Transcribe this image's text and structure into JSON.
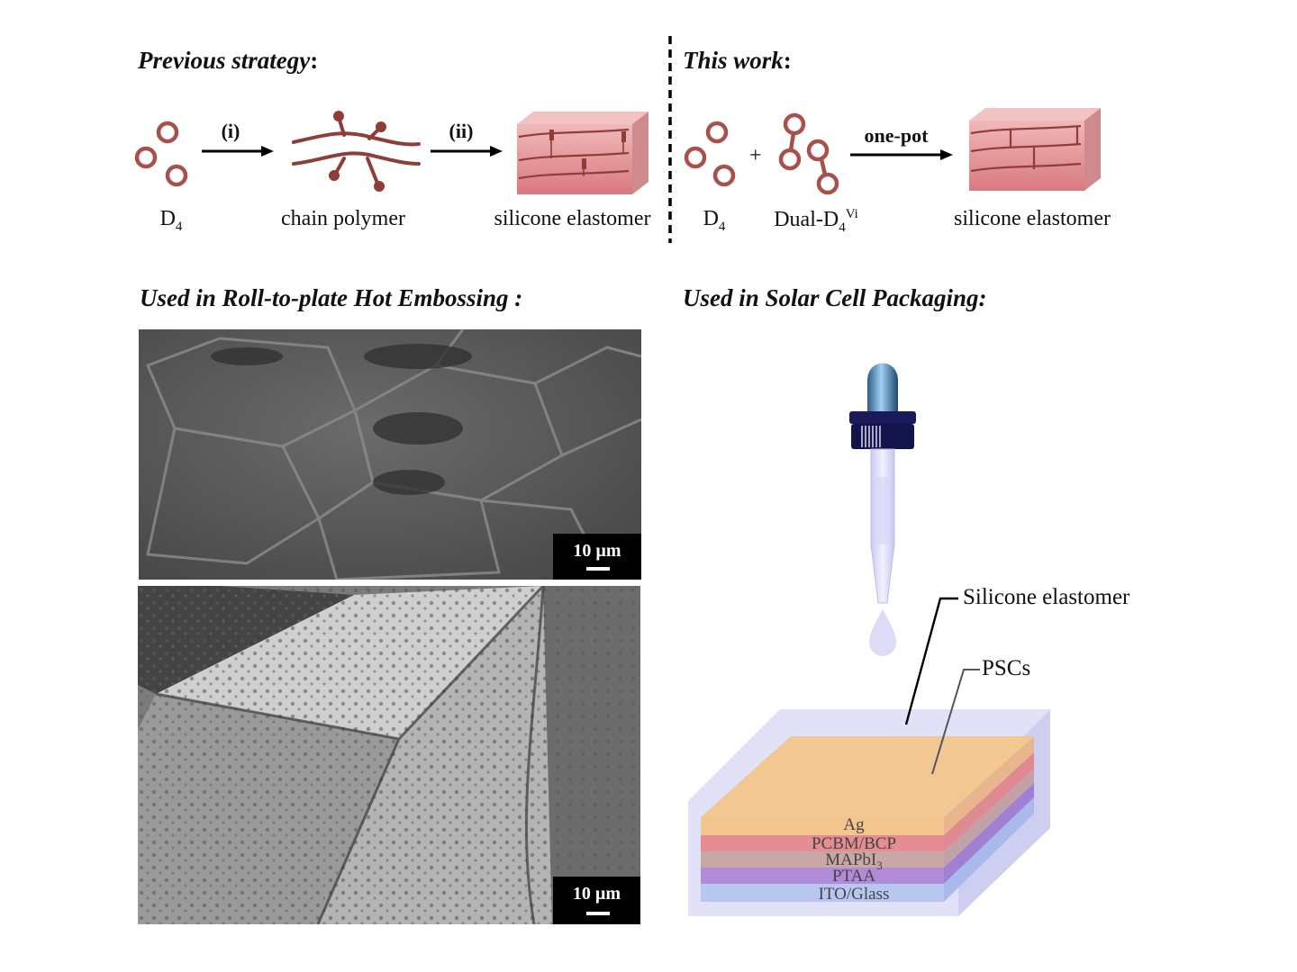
{
  "top": {
    "previous_strategy_label": "Previous strategy",
    "this_work_label": "This work",
    "colon": ":",
    "step_i": "(i)",
    "step_ii": "(ii)",
    "one_pot": "one-pot",
    "plus": "+",
    "d4_label": "D",
    "d4_sub": "4",
    "chain_polymer_label": "chain polymer",
    "silicone_elastomer_label": "silicone elastomer",
    "dual_label": "Dual-D",
    "dual_sub": "4",
    "dual_sup": "Vi"
  },
  "bottom_left": {
    "title": "Used in Roll-to-plate Hot Embossing :",
    "scale_top": "10 µm",
    "scale_bottom": "10 µm"
  },
  "bottom_right": {
    "title": "Used in Solar Cell Packaging:",
    "callout_silicone": "Silicone elastomer",
    "callout_pscs": "PSCs",
    "layers": {
      "ag": "Ag",
      "pcbm": "PCBM/BCP",
      "mapbi": "MAPbI",
      "mapbi_sub": "3",
      "ptaa": "PTAA",
      "ito": "ITO/Glass"
    }
  },
  "colors": {
    "ring": "#a8504a",
    "polymer": "#8f3d39",
    "block_front": "#e9a4a6",
    "block_top": "#f1c3c3",
    "layer_ag": "#f2c48e",
    "layer_pcbm": "#e58d93",
    "layer_mapbi": "#c9a7a7",
    "layer_ptaa": "#b18ad8",
    "layer_ito": "#b9c6f0",
    "encapsulant": "#d9d9f5"
  }
}
